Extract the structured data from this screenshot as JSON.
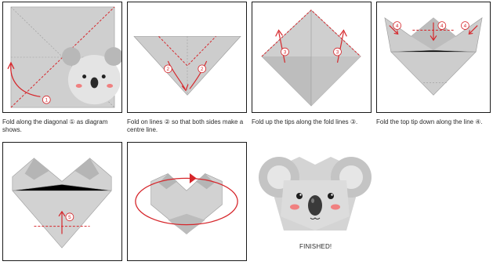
{
  "steps": [
    {
      "caption": "Fold along the diagonal ① as diagram shows.",
      "marker": "1"
    },
    {
      "caption": "Fold on lines ② so that both sides make a centre line.",
      "marker": "2"
    },
    {
      "caption": "Fold up the tips along the fold lines ③.",
      "marker": "3"
    },
    {
      "caption": "Fold the top tip down along the line ④.",
      "marker": "4"
    },
    {
      "caption": "",
      "marker": "5"
    },
    {
      "caption": "",
      "marker": ""
    }
  ],
  "finished_label": "FINISHED!",
  "colors": {
    "paper": "#c9c9c9",
    "paper_dark": "#a9a9a9",
    "accent": "#d6262b",
    "border": "#1a1a1a",
    "pink": "#f08080"
  }
}
